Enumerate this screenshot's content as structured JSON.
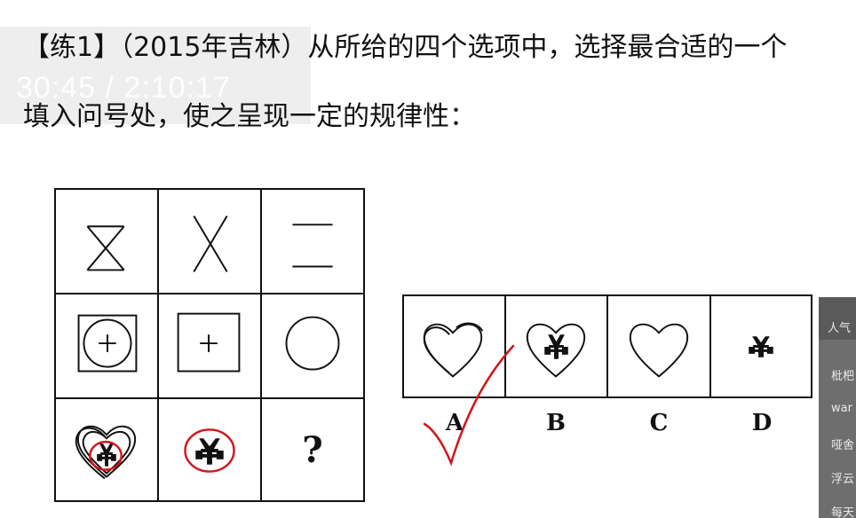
{
  "overlay": {
    "timestamp": "30:45 / 2:10:17"
  },
  "question": {
    "line1": "【练1】（2015年吉林）从所给的四个选项中，选择最合适的一个",
    "line2": "填入问号处，使之呈现一定的规律性："
  },
  "grid": {
    "unknown_mark": "?"
  },
  "options": [
    {
      "label": "A"
    },
    {
      "label": "B"
    },
    {
      "label": "C"
    },
    {
      "label": "D"
    }
  ],
  "side_panel": {
    "title": "人气",
    "items": [
      "枇杷",
      "war",
      "哑舍",
      "浮云",
      "每天"
    ]
  },
  "colors": {
    "ink": "#111111",
    "annotation_red": "#d0171c",
    "panel": "#6e6e6e"
  },
  "icons": [
    "hourglass-figure",
    "x-figure",
    "two-lines-figure",
    "circle-plus-in-square",
    "plus-in-square",
    "circle",
    "heart-with-yuan",
    "yuan-symbol",
    "heart",
    "checkmark-annotation"
  ]
}
